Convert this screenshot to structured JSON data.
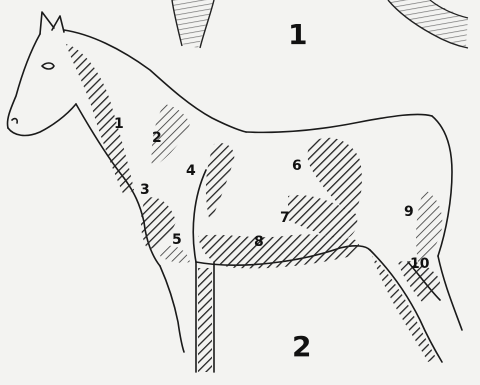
{
  "figure_labels": {
    "top": "1",
    "main": "2"
  },
  "zone_labels": [
    "1",
    "2",
    "3",
    "4",
    "5",
    "6",
    "7",
    "8",
    "9",
    "10"
  ],
  "colors": {
    "paper": "#f3f3f1",
    "ink": "#1a1a1a",
    "hatch": "#2a2a2a"
  }
}
